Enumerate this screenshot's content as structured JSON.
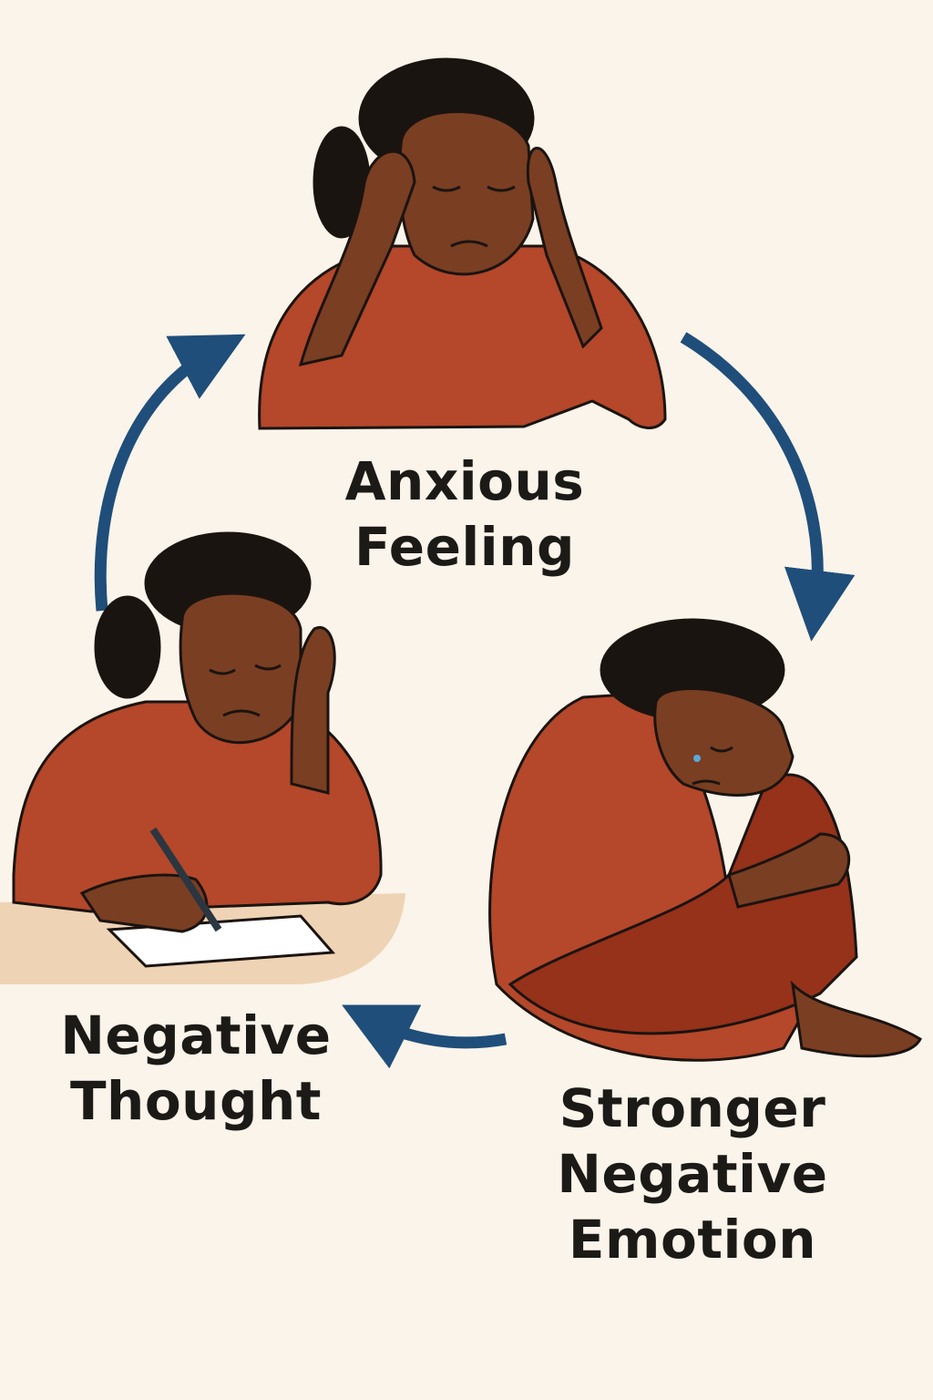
{
  "colors": {
    "background": "#fbf4ea",
    "arrow": "#1f4e7a",
    "shirt": "#b5472a",
    "skin": "#7a3e22",
    "hair": "#1a1410",
    "pants": "#96311a",
    "desk": "#efd3b5",
    "text": "#1c1a17"
  },
  "stages": [
    {
      "id": "anxious-feeling",
      "lines": [
        "Anxious",
        "Feeling"
      ]
    },
    {
      "id": "stronger-negative-emotion",
      "lines": [
        "Stronger",
        "Negative",
        "Emotion"
      ]
    },
    {
      "id": "negative-thought",
      "lines": [
        "Negative",
        "Thought"
      ]
    }
  ]
}
